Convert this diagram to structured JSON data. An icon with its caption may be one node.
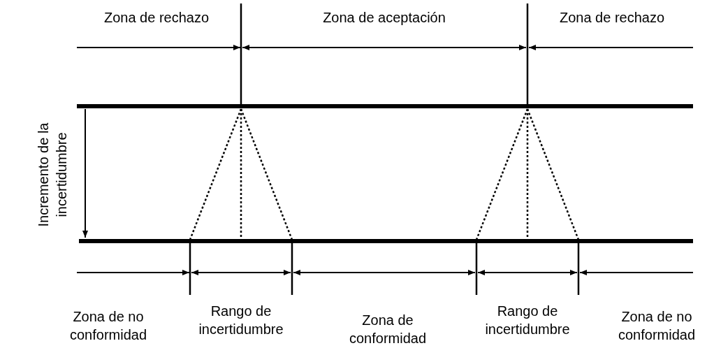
{
  "diagram": {
    "labels": [
      "Zona de rechazo",
      "Zona de aceptación",
      "Zona de rechazo",
      "Incremento de la incertidumbre",
      "Zona de no conformidad",
      "Rango de incertidumbre",
      "Zona de conformidad",
      "Rango de incertidumbre",
      "Zona de no conformidad"
    ]
  }
}
